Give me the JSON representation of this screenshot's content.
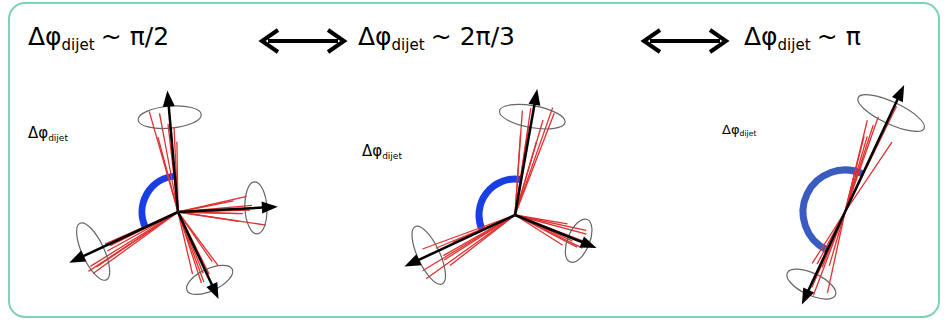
{
  "diagram": {
    "labels": [
      "Δφ",
      "dijet",
      "~ π/2",
      "Δφ",
      "dijet",
      "~ 2π/3",
      "Δφ",
      "dijet",
      "~ π",
      "Δφ",
      "dijet",
      "Δφ",
      "dijet",
      "Δφ",
      "dijet"
    ]
  }
}
